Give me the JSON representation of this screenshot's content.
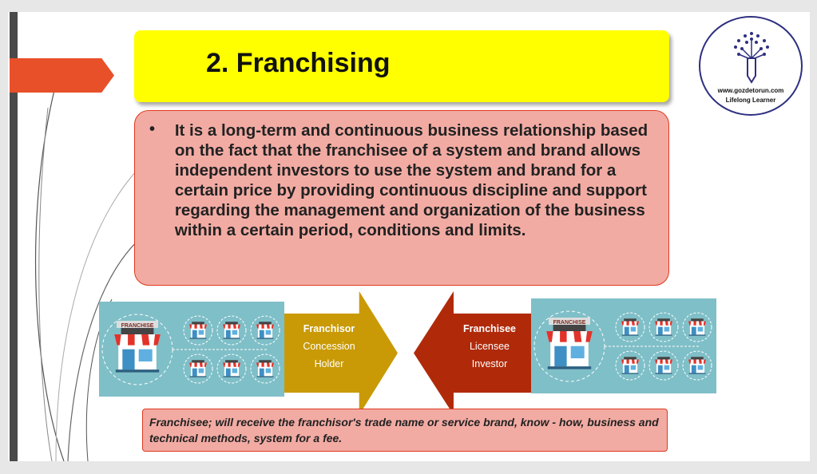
{
  "title": "2. Franchising",
  "body": {
    "bullet": "•",
    "text": "It is a long-term and continuous business relationship based on the fact that the franchisee of a system and brand allows independent investors to use the system and brand for a certain price by providing continuous discipline and support regarding the management and organization of the business within a certain period, conditions and limits."
  },
  "left_arrow": {
    "line1": "Franchisor",
    "line2": "Concession",
    "line3": "Holder"
  },
  "right_arrow": {
    "line1": "Franchisee",
    "line2": "Licensee",
    "line3": "Investor"
  },
  "store_sign": "FRANCHISE",
  "footer_note": "Franchisee; will receive the franchisor's trade name or service brand, know - how, business and technical methods, system for a fee.",
  "logo": {
    "url": "www.gozdetorun.com",
    "tagline": "Lifelong Learner"
  },
  "colors": {
    "title_bg": "#ffff00",
    "box_bg": "#f2aba3",
    "gold": "#c99a06",
    "red": "#b02a0a",
    "teal": "#7fbfc8",
    "orange": "#e8502a"
  }
}
